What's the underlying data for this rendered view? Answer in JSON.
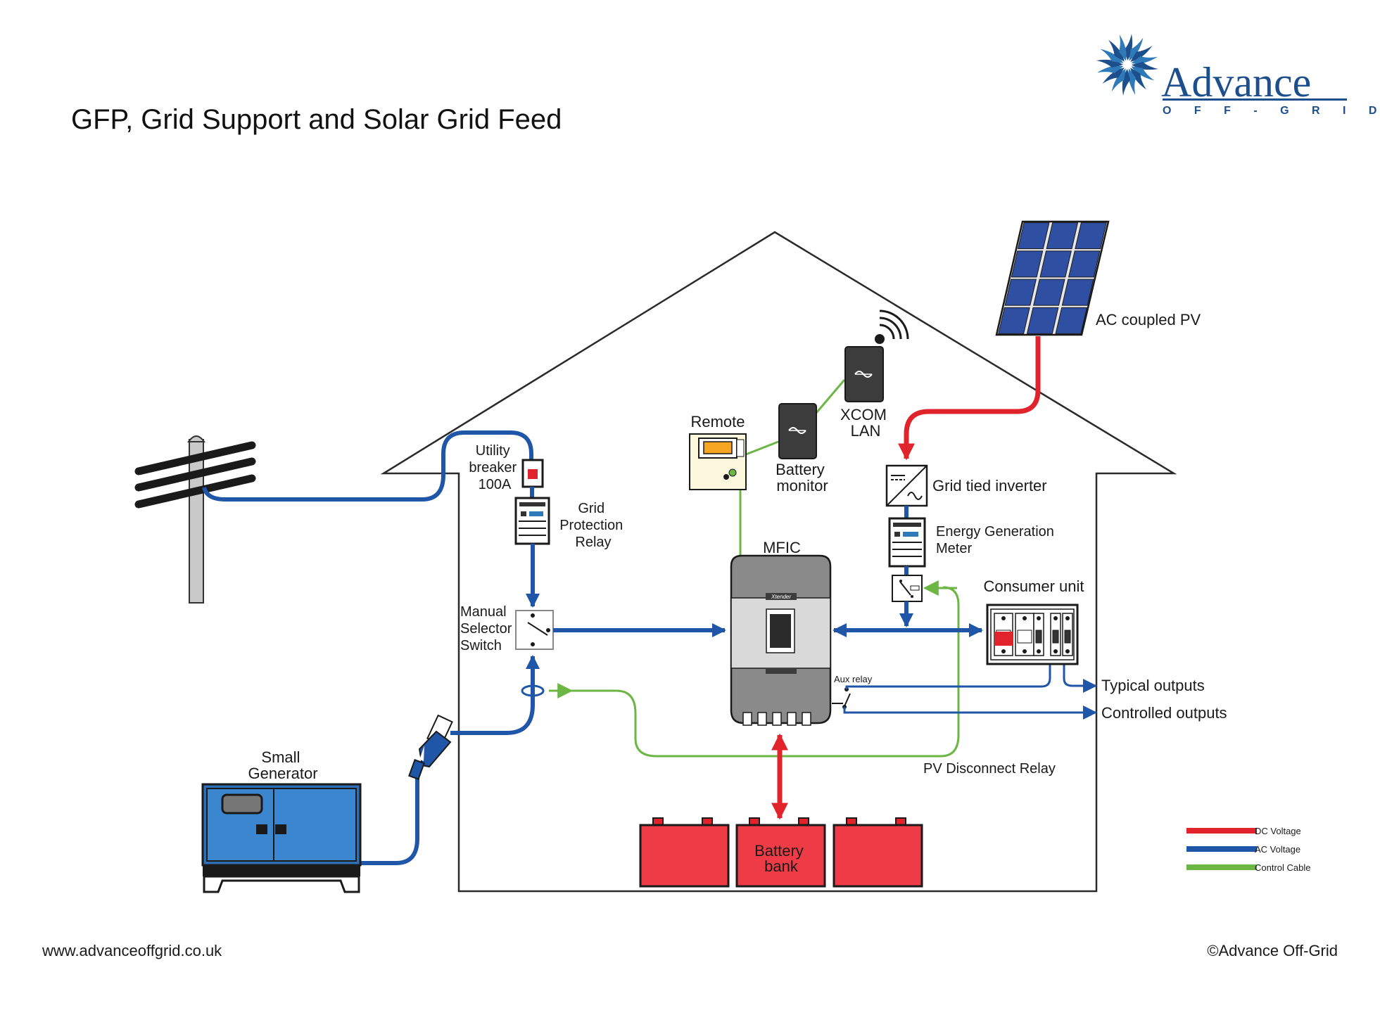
{
  "title": "GFP, Grid Support and Solar Grid Feed",
  "logo": {
    "name": "Advance",
    "tagline": "O F F - G R I D",
    "brand_color": "#1d4f8c",
    "accent_color": "#2e7ab8"
  },
  "colors": {
    "dc": "#e1242b",
    "ac": "#1f56a8",
    "control": "#6cb643"
  },
  "labels": {
    "utility_breaker": [
      "Utility",
      "breaker",
      "100A"
    ],
    "grid_protection_relay": [
      "Grid",
      "Protection",
      "Relay"
    ],
    "manual_selector_switch": [
      "Manual",
      "Selector",
      "Switch"
    ],
    "remote": "Remote",
    "battery_monitor": [
      "Battery",
      "monitor"
    ],
    "xcom_lan": [
      "XCOM",
      "LAN"
    ],
    "ac_coupled_pv": "AC coupled PV",
    "grid_tied_inverter": "Grid tied inverter",
    "energy_generation_meter": [
      "Energy Generation",
      "Meter"
    ],
    "mfic": "MFIC",
    "xtender_badge": "Xtender",
    "consumer_unit": "Consumer unit",
    "aux_relay": "Aux relay",
    "typical_outputs": "Typical outputs",
    "controlled_outputs": "Controlled outputs",
    "pv_disconnect_relay": "PV Disconnect Relay",
    "small_generator": [
      "Small",
      "Generator"
    ],
    "battery_bank": [
      "Battery",
      "bank"
    ]
  },
  "legend": [
    {
      "label": "DC Voltage",
      "color": "#e1242b"
    },
    {
      "label": "AC Voltage",
      "color": "#1f56a8"
    },
    {
      "label": "Control Cable",
      "color": "#6cb643"
    }
  ],
  "footer": {
    "website": "www.advanceoffgrid.co.uk",
    "copyright": "©Advance Off-Grid"
  }
}
